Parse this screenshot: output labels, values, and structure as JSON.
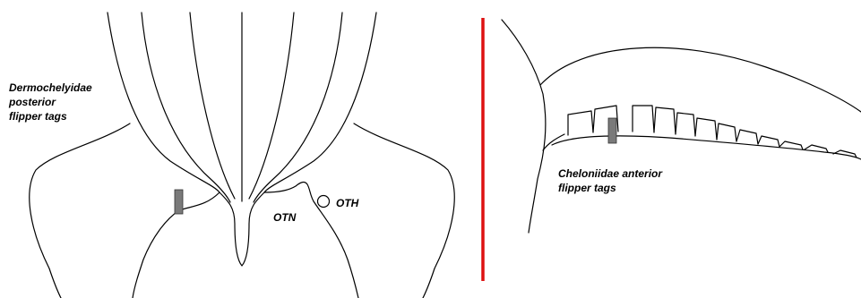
{
  "left_panel": {
    "caption_lines": [
      "Dermochelyidae",
      "posterior",
      "flipper tags"
    ],
    "otn_label": "OTN",
    "oth_label": "OTH"
  },
  "right_panel": {
    "caption_lines": [
      "Cheloniidae anterior",
      "flipper tags"
    ]
  },
  "colors": {
    "divider": "#dd1111",
    "tag": "#7a7a7a",
    "outline": "#000000"
  }
}
